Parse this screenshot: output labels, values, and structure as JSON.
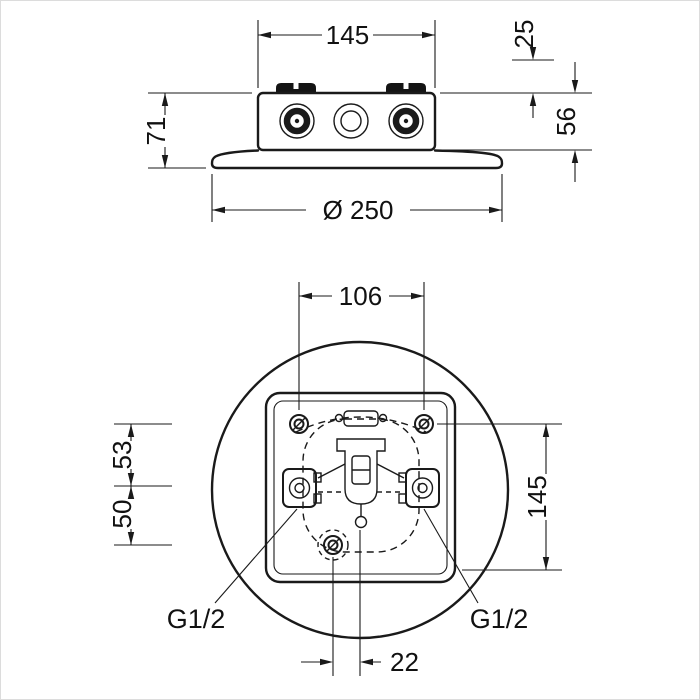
{
  "colors": {
    "line": "#1a1a1a",
    "background": "#ffffff"
  },
  "side_view": {
    "dims": {
      "width": "145",
      "top_offset": "25",
      "body_height": "56",
      "total_height": "71",
      "plate_diameter": "Ø 250"
    }
  },
  "bottom_view": {
    "dims": {
      "hole_spacing_horizontal": "106",
      "upper_vertical": "53",
      "lower_vertical": "50",
      "hole_spacing_vertical": "145",
      "bottom_hole_offset": "22"
    },
    "thread_left": "G1/2",
    "thread_right": "G1/2"
  }
}
